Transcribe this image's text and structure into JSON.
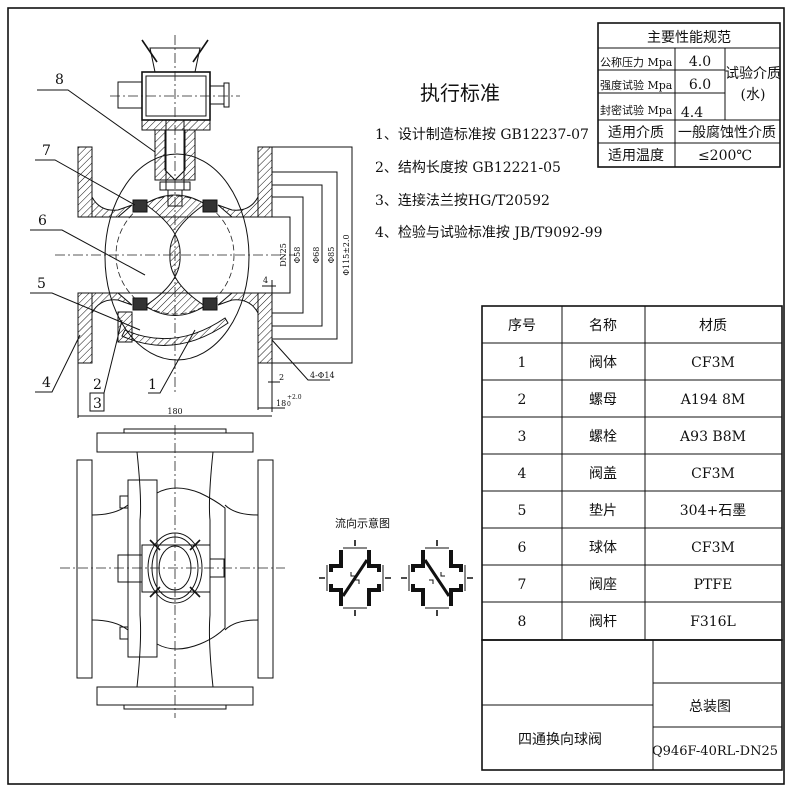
{
  "standards": {
    "title": "执行标准",
    "items": [
      "1、设计制造标准按 GB12237-07",
      "2、结构长度按 GB12221-05",
      "3、连接法兰按HG/T20592",
      "4、检验与试验标准按 JB/T9092-99"
    ]
  },
  "specs": {
    "title": "主要性能规范",
    "pressure_rows": [
      {
        "label": "公称压力 Mpa",
        "value": "4.0"
      },
      {
        "label": "强度试验 Mpa",
        "value": "6.0"
      },
      {
        "label": "封密试验 Mpa",
        "value": "4.4"
      }
    ],
    "test_medium_label": "试验介质",
    "test_medium_value": "(水)",
    "medium_label": "适用介质",
    "medium_value": "一般腐蚀性介质",
    "temp_label": "适用温度",
    "temp_value": "≤200℃"
  },
  "parts": {
    "headers": [
      "序号",
      "名称",
      "材质"
    ],
    "rows": [
      [
        "1",
        "阀体",
        "CF3M"
      ],
      [
        "2",
        "螺母",
        "A194 8M"
      ],
      [
        "3",
        "螺栓",
        "A93 B8M"
      ],
      [
        "4",
        "阀盖",
        "CF3M"
      ],
      [
        "5",
        "垫片",
        "304+石墨"
      ],
      [
        "6",
        "球体",
        "CF3M"
      ],
      [
        "7",
        "阀座",
        "PTFE"
      ],
      [
        "8",
        "阀杆",
        "F316L"
      ]
    ]
  },
  "title_block": {
    "product_name": "四通换向球阀",
    "drawing_type": "总装图",
    "model": "Q946F-40RL-DN25"
  },
  "drawing": {
    "part_labels": [
      "1",
      "2",
      "3",
      "4",
      "5",
      "6",
      "7",
      "8"
    ],
    "dimensions": {
      "dn": "DN25",
      "d58": "Φ58",
      "d68": "Φ68",
      "d85": "Φ85",
      "d115": "Φ115±2.0",
      "raised_face": "4",
      "gap": "2",
      "bolt_holes": "4-Φ14",
      "flange_thk": "18",
      "flange_tol_upper": "+2.0",
      "flange_tol_lower": "0",
      "length": "180"
    },
    "flow_title": "流向示意图"
  }
}
